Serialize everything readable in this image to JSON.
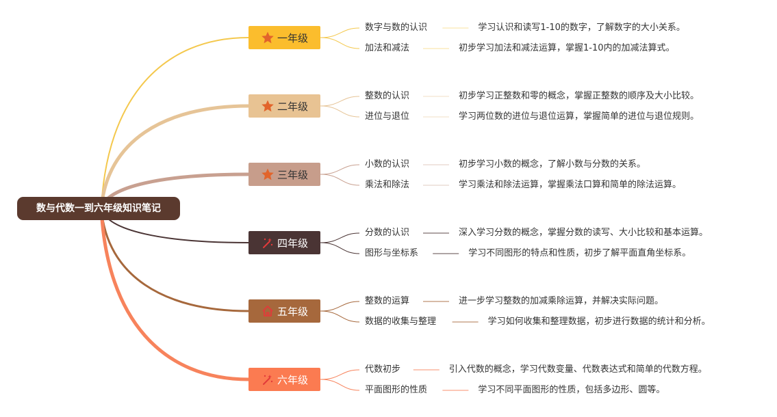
{
  "root": {
    "title": "数与代数一到六年级知识笔记"
  },
  "grades": [
    {
      "label": "一年级",
      "icon": "star-icon",
      "color": "#fbbd2d",
      "text": "#333333",
      "line": "#f4c84d",
      "topics": [
        {
          "name": "数字与数的认识",
          "desc": "学习认识和读写1-10的数字，了解数字的大小关系。"
        },
        {
          "name": "加法和减法",
          "desc": "初步学习加法和减法运算，掌握1-10内的加减法算式。"
        }
      ]
    },
    {
      "label": "二年级",
      "icon": "star-icon",
      "color": "#e8c393",
      "text": "#333333",
      "line": "#e6c497",
      "topics": [
        {
          "name": "整数的认识",
          "desc": "初步学习正整数和零的概念，掌握正整数的顺序及大小比较。"
        },
        {
          "name": "进位与退位",
          "desc": "学习两位数的进位与退位运算，掌握简单的进位与退位规则。"
        }
      ]
    },
    {
      "label": "三年级",
      "icon": "star-icon",
      "color": "#c79d8b",
      "text": "#333333",
      "line": "#c8a090",
      "topics": [
        {
          "name": "小数的认识",
          "desc": "初步学习小数的概念，了解小数与分数的关系。"
        },
        {
          "name": "乘法和除法",
          "desc": "学习乘法和除法运算，掌握乘法口算和简单的除法运算。"
        }
      ]
    },
    {
      "label": "四年级",
      "icon": "sparkle-icon",
      "color": "#4a3434",
      "text": "#ffffff",
      "line": "#4a3434",
      "topics": [
        {
          "name": "分数的认识",
          "desc": "深入学习分数的概念，掌握分数的读写、大小比较和基本运算。"
        },
        {
          "name": "图形与坐标系",
          "desc": "学习不同图形的特点和性质，初步了解平面直角坐标系。"
        }
      ]
    },
    {
      "label": "五年级",
      "icon": "house-icon",
      "color": "#a6683c",
      "text": "#ffffff",
      "line": "#a6683c",
      "topics": [
        {
          "name": "整数的运算",
          "desc": "进一步学习整数的加减乘除运算，并解决实际问题。"
        },
        {
          "name": "数据的收集与整理",
          "desc": "学习如何收集和整理数据，初步进行数据的统计和分析。"
        }
      ]
    },
    {
      "label": "六年级",
      "icon": "sparkle-icon",
      "color": "#fb7b51",
      "text": "#ffffff",
      "line": "#f7835c",
      "topics": [
        {
          "name": "代数初步",
          "desc": "引入代数的概念，学习代数变量、代数表达式和简单的代数方程。"
        },
        {
          "name": "平面图形的性质",
          "desc": "学习不同平面图形的性质，包括多边形、圆等。"
        }
      ]
    }
  ]
}
